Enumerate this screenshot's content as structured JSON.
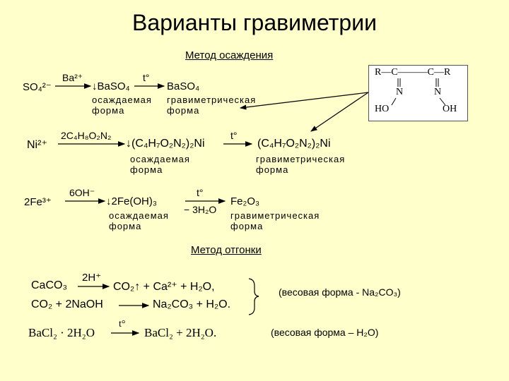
{
  "title": "Варианты гравиметрии",
  "section1": {
    "heading": "Метод осаждения",
    "reaction1": {
      "reactant": "SO₄²⁻",
      "reagent": "Ba²⁺",
      "product1": "↓BaSO₄",
      "condition": "t°",
      "product2": "BaSO₄",
      "label1": [
        "осаждаемая",
        "форма"
      ],
      "label2": [
        "гравиметрическая",
        "форма"
      ]
    },
    "reaction2": {
      "reactant": "Ni²⁺",
      "reagent": "2C₄H₈O₂N₂",
      "product1": "↓(C₄H₇O₂N₂)₂Ni",
      "condition": "t°",
      "product2": "(C₄H₇O₂N₂)₂Ni",
      "label1": [
        "осаждаемая",
        "форма"
      ],
      "label2": [
        "гравиметрическая",
        "форма"
      ]
    },
    "reaction3": {
      "reactant": "2Fe³⁺",
      "reagent": "6OH⁻",
      "product1": "↓2Fe(OH)₃",
      "condition": "t°",
      "condition_below": "− 3H₂O",
      "product2": "Fe₂O₃",
      "label1": [
        "осаждаемая",
        "форма"
      ],
      "label2": [
        "гравиметрическая",
        "форма"
      ]
    },
    "structure": {
      "row1": "R—C———C—R",
      "n1": "N",
      "n2": "N",
      "oh1": "HO",
      "oh2": "OH"
    }
  },
  "section2": {
    "heading": "Метод отгонки",
    "reaction4": {
      "reactant": "CaCO₃",
      "reagent": "2H⁺",
      "products": "CO₂↑ + Ca²⁺ + H₂O,"
    },
    "reaction5": {
      "reactants": "CO₂ + 2NaOH",
      "products": "Na₂CO₃ + H₂O."
    },
    "note1": "(весовая форма - Na₂CO₃)",
    "reaction6": {
      "reactant": "BaCl₂ · 2H₂O",
      "condition": "t°",
      "products": "BaCl₂ + 2H₂O."
    },
    "note2": "(весовая форма – H₂O)"
  }
}
